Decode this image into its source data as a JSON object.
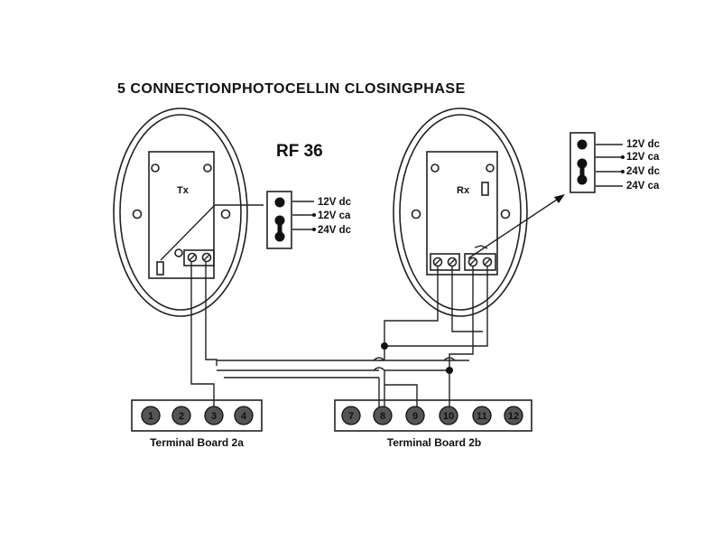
{
  "title": "5   CONNECTIONPHOTOCELLIN CLOSINGPHASE",
  "model": "RF 36",
  "transmitter": {
    "label": "Tx",
    "jumper_options": [
      "12V dc",
      "12V ca",
      "24V dc"
    ]
  },
  "receiver": {
    "label": "Rx",
    "jumper_options": [
      "12V dc",
      "12V ca",
      "24V dc",
      "24V ca"
    ]
  },
  "terminal_board_a": {
    "label": "Terminal Board 2a",
    "terminals": [
      "1",
      "2",
      "3",
      "4"
    ]
  },
  "terminal_board_b": {
    "label": "Terminal Board 2b",
    "terminals": [
      "7",
      "8",
      "9",
      "10",
      "11",
      "12"
    ]
  }
}
